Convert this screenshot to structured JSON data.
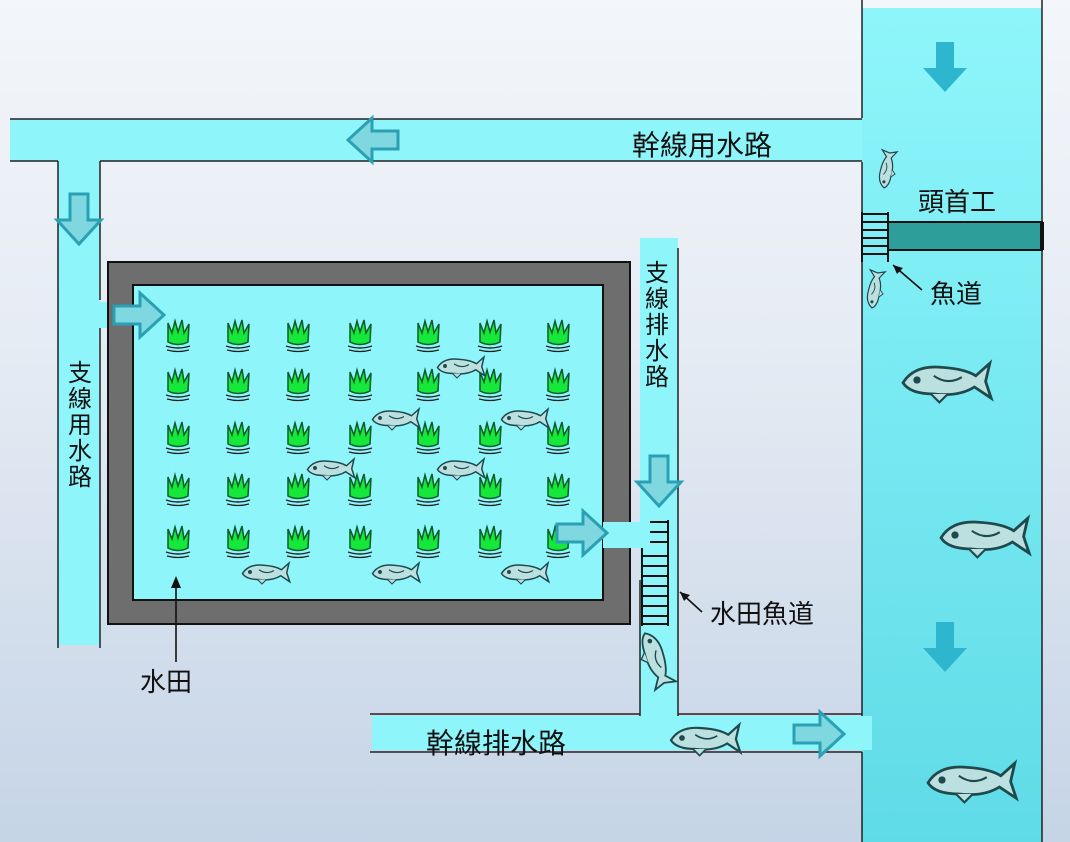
{
  "labels": {
    "main_canal": "幹線用水路",
    "headworks": "頭首工",
    "fishway": "魚道",
    "branch_supply": "支線用水路",
    "branch_drain": "支線排水路",
    "paddy_fishway": "水田魚道",
    "paddy": "水田",
    "main_drain": "幹線排水路"
  },
  "colors": {
    "water": "#8ef6fb",
    "water_edge": "#3cc8d2",
    "arrow": "#2fb6cf",
    "rice": "#15e83a",
    "paddy_border": "#6e6e6e",
    "fish": "#b9dede"
  },
  "icons": {
    "flow_arrow": "flow-arrow-icon",
    "rice_plant": "rice-plant-icon",
    "fish": "fish-icon"
  }
}
